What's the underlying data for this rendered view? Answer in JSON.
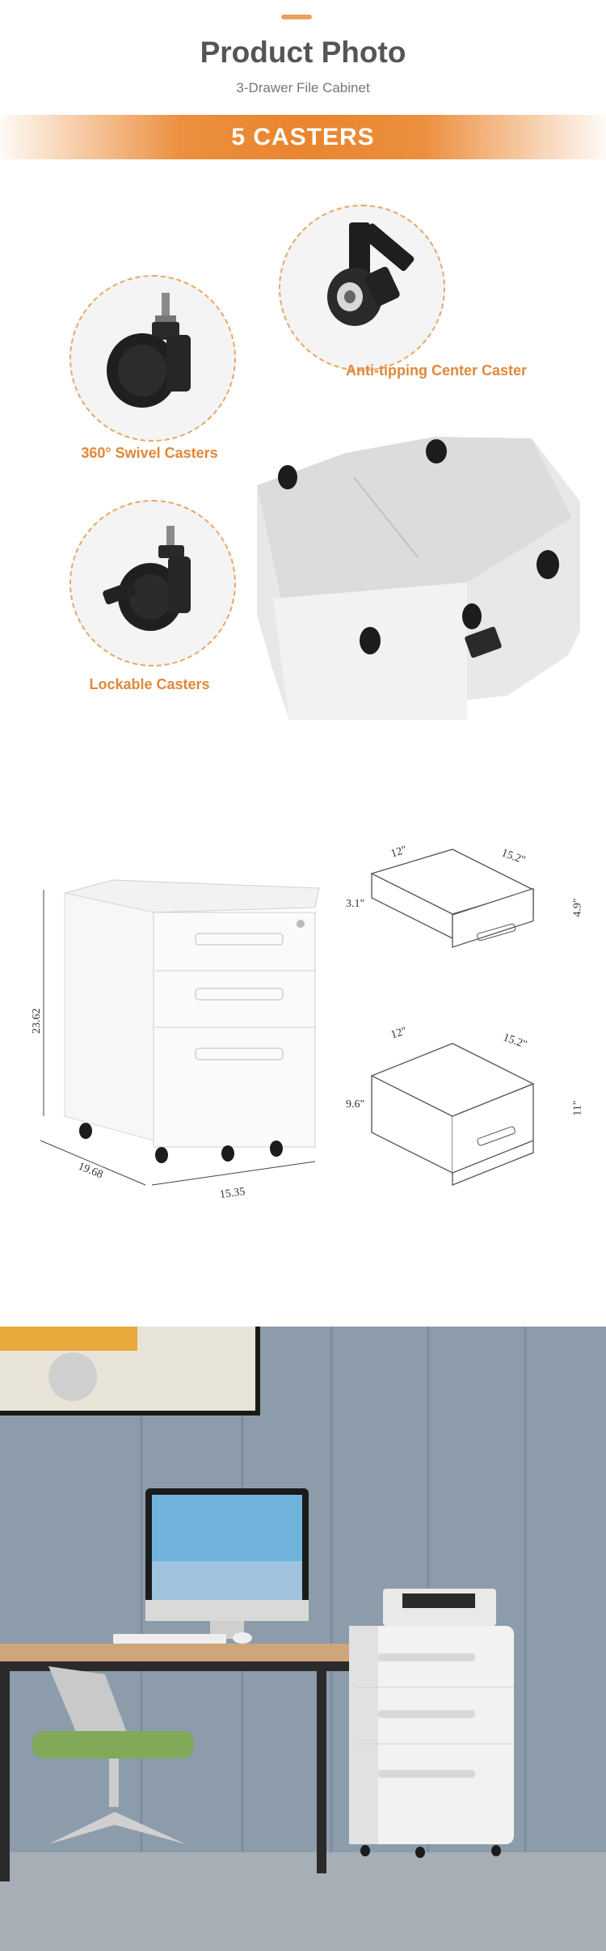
{
  "header": {
    "title": "Product Photo",
    "subtitle": "3-Drawer File Cabinet"
  },
  "banner": {
    "text": "5 CASTERS"
  },
  "casters": {
    "anti_tipping": "Anti-tipping Center Caster",
    "swivel": "360° Swivel Casters",
    "lockable": "Lockable Casters"
  },
  "cabinet_dimensions": {
    "height": "23.62",
    "depth": "19.68",
    "width": "15.35"
  },
  "small_drawer": {
    "depth": "12\"",
    "width": "15.2\"",
    "inner_height": "3.1\"",
    "outer_height": "4.9\""
  },
  "large_drawer": {
    "depth": "12\"",
    "width": "15.2\"",
    "inner_height": "9.6\"",
    "outer_height": "11\""
  },
  "colors": {
    "accent": "#eba15a",
    "banner": "#e9852f",
    "label": "#e0883a"
  }
}
